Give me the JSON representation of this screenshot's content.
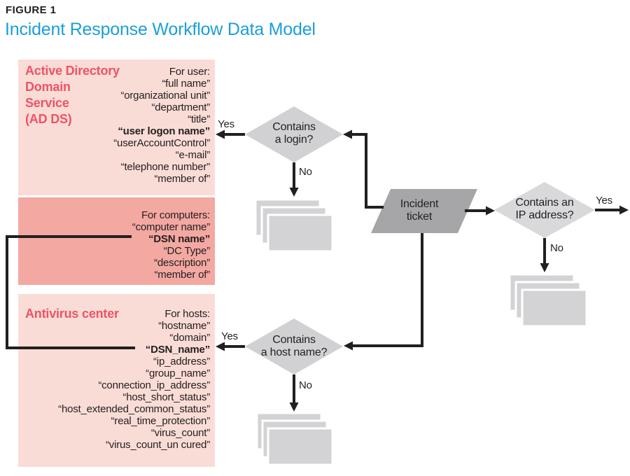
{
  "figure": {
    "label": "FIGURE 1",
    "title": "Incident Response Workflow Data Model"
  },
  "boxes": {
    "ad_ds": {
      "heading": "Active Directory Domain Service (AD DS)",
      "heading_lines": [
        "Active Directory",
        "Domain",
        "Service",
        "(AD DS)"
      ],
      "list_title": "For user:",
      "items": [
        "“full name”",
        "“organizational unit”",
        "“department”",
        "“title”",
        "“user logon name”",
        "“userAccountControl”",
        "“e-mail”",
        "“telephone number”",
        "“member of”"
      ]
    },
    "computers": {
      "list_title": "For computers:",
      "items": [
        "“computer name”",
        "“DSN name”",
        "“DC Type”",
        "“description”",
        "“member of”"
      ]
    },
    "antivirus": {
      "heading": "Antivirus center",
      "list_title": "For hosts:",
      "items": [
        "“hostname”",
        "“domain”",
        "“DSN_name”",
        "“ip_address”",
        "“group_name”",
        "“connection_ip_address”",
        "“host_short_status”",
        "“host_extended_common_status”",
        "“real_time_protection”",
        "“virus_count”",
        "“virus_count_un cured”"
      ]
    }
  },
  "nodes": {
    "login_decision": {
      "line1": "Contains",
      "line2": "a login?"
    },
    "ip_decision": {
      "line1": "Contains an",
      "line2": "IP address?"
    },
    "host_decision": {
      "line1": "Contains",
      "line2": "a host name?"
    },
    "incident_ticket": {
      "line1": "Incident",
      "line2": "ticket"
    }
  },
  "labels": {
    "login_yes": "Yes",
    "login_no": "No",
    "ip_yes": "Yes",
    "ip_no": "No",
    "host_yes": "Yes",
    "host_no": "No"
  },
  "colors": {
    "title_accent": "#1b9fd8",
    "figure_label_text": "#231f20",
    "box_light_pink": "#fadcd6",
    "box_dark_pink": "#f3a8a2",
    "box_heading_pink": "#ee5366",
    "decision_gray": "#d1d1d3",
    "ip_decision_gray": "#d9d9db",
    "ticket_gray": "#a6a6a8",
    "card_gray": "#d3d3d5",
    "line_black": "#231f20"
  }
}
